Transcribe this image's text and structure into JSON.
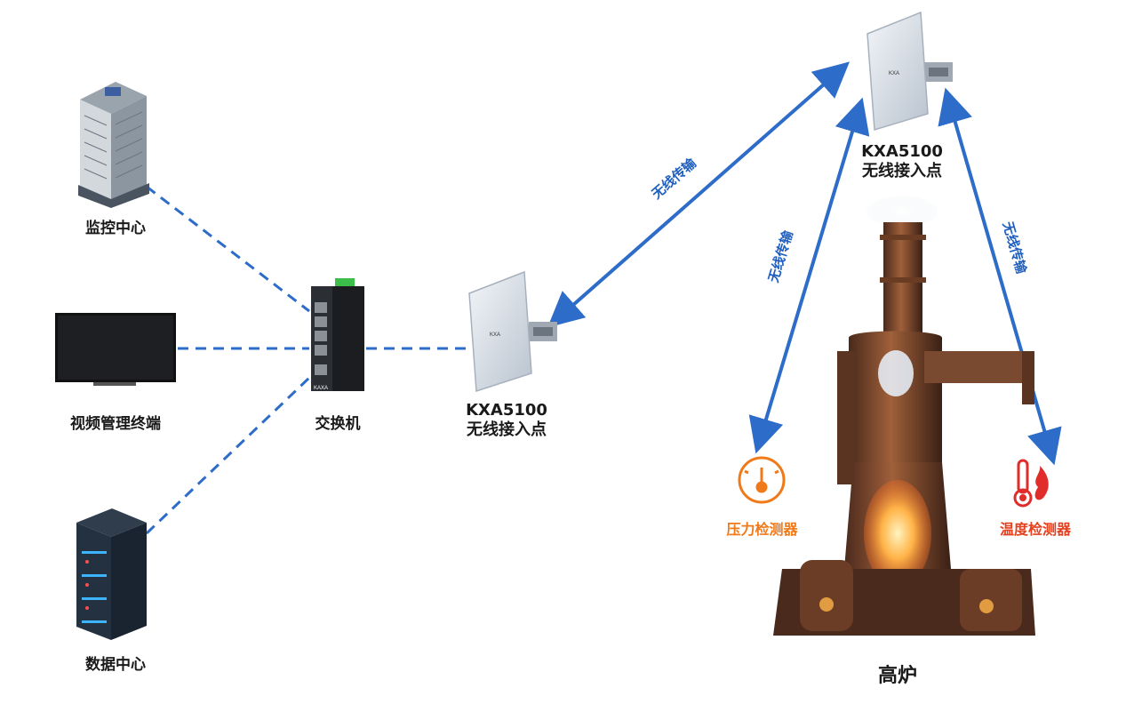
{
  "nodes": {
    "monitor_center": "监控中心",
    "video_terminal": "视频管理终端",
    "data_center": "数据中心",
    "switch": "交换机",
    "ap_left": {
      "model": "KXA5100",
      "name": "无线接入点",
      "brand": "KXA"
    },
    "ap_right": {
      "model": "KXA5100",
      "name": "无线接入点",
      "brand": "KXA"
    },
    "pressure_detector": "压力检测器",
    "temperature_detector": "温度检测器",
    "blast_furnace": "高炉"
  },
  "links": {
    "wireless_label": "无线传输"
  },
  "switch_brand": "KAXA",
  "colors": {
    "link_blue": "#2d6cc9",
    "detector_red": "#e5401e",
    "detector_orange": "#f07a1a"
  }
}
